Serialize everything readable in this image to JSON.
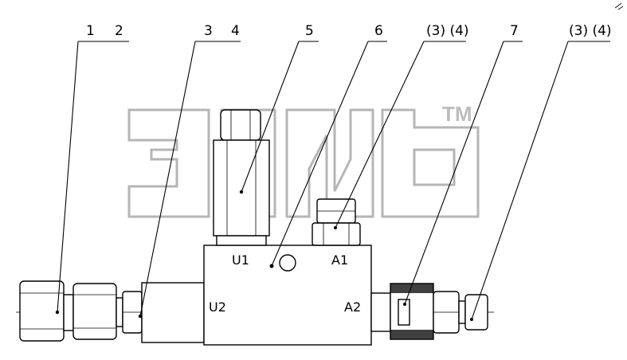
{
  "callouts": [
    {
      "key": "c1",
      "text": "1"
    },
    {
      "key": "c2",
      "text": "2"
    },
    {
      "key": "c3",
      "text": "3"
    },
    {
      "key": "c4",
      "text": "4"
    },
    {
      "key": "c5",
      "text": "5"
    },
    {
      "key": "c6",
      "text": "6"
    },
    {
      "key": "c34a",
      "text": "(3) (4)"
    },
    {
      "key": "c7",
      "text": "7"
    },
    {
      "key": "c34b",
      "text": "(3) (4)"
    }
  ],
  "ports": {
    "u1": "U1",
    "a1": "A1",
    "u2": "U2",
    "a2": "A2"
  },
  "watermark": {
    "trademark": "TM",
    "color": "#b5b5b5"
  },
  "colors": {
    "line": "#000000",
    "background": "#ffffff"
  }
}
